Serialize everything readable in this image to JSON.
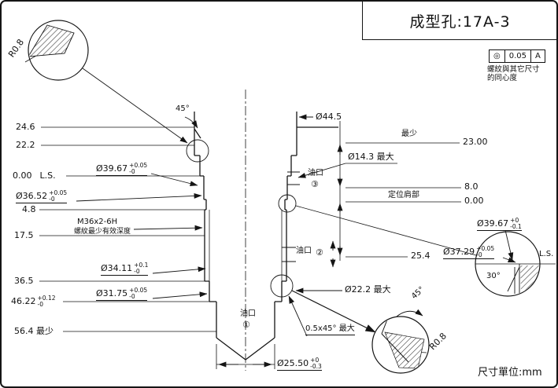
{
  "title": "成型孔:17A-3",
  "gdt": {
    "symbol": "◎",
    "tolerance": "0.05",
    "datum": "A",
    "note1": "螺紋與其它尺寸",
    "note2": "的同心度"
  },
  "unit_label": "尺寸單位:mm",
  "colors": {
    "line": "#151515",
    "background": "#ffffff"
  },
  "labels": {
    "angle45_top": "45°",
    "dia44_5": "Ø44.5",
    "dia14_3": "Ø14.3 最大",
    "dia22_2": "Ø22.2 最大",
    "min_label": "最少",
    "v23": "23.00",
    "v8": "8.0",
    "v0_right": "0.00",
    "locating_shoulder": "定位肩部",
    "v25_4": "25.4",
    "chamfer_note": "0.5x45° 最大",
    "v24_6": "24.6",
    "v22_2": "22.2",
    "v0_left": "0.00",
    "ls": "L.S.",
    "v4_8": "4.8",
    "v17_5": "17.5",
    "v36_5": "36.5",
    "v56_4_min": "56.4 最少"
  },
  "dims_tol": {
    "d39_67_left": {
      "v": "Ø39.67",
      "up": "+0.05",
      "dn": "-0"
    },
    "d36_52": {
      "v": "Ø36.52",
      "up": "+0.05",
      "dn": "-0"
    },
    "d34_11": {
      "v": "Ø34.11",
      "up": "+0.1",
      "dn": "-0"
    },
    "d31_75": {
      "v": "Ø31.75",
      "up": "+0.05",
      "dn": "-0"
    },
    "d25_50": {
      "v": "Ø25.50",
      "up": "+0",
      "dn": "-0.3"
    },
    "d46_22": {
      "v": "46.22",
      "up": "+0.12",
      "dn": "-0"
    },
    "d39_67_right": {
      "v": "Ø39.67",
      "up": "+0",
      "dn": "-0.1"
    },
    "d37_29": {
      "v": "Ø37.29",
      "up": "+0.05",
      "dn": "-0"
    }
  },
  "thread": {
    "callout": "M36x2-6H",
    "note": "螺紋最少有效深度"
  },
  "ports": {
    "label": "油口",
    "n1": "①",
    "n2": "②",
    "n3": "③"
  },
  "details": {
    "r08": "R0.8",
    "angle45": "45°",
    "angle30": "30°",
    "ls": "L.S."
  }
}
